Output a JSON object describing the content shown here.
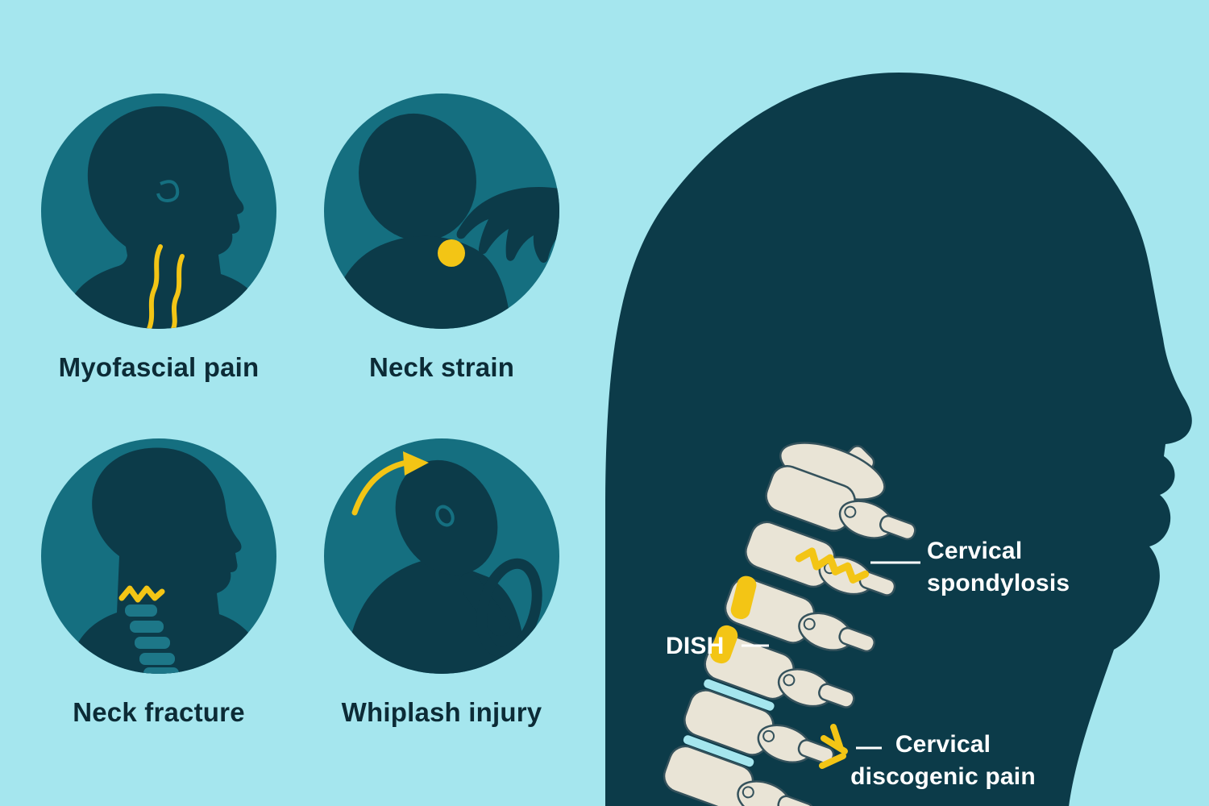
{
  "colors": {
    "background": "#a5e6ee",
    "circle_teal": "#156f80",
    "silhouette_dark": "#0c3b49",
    "accent_yellow": "#f3c515",
    "bone_cream": "#e9e4d6",
    "bone_outline": "#35525c",
    "condition_label_text": "#0c2b36",
    "anatomy_label_text": "#ffffff"
  },
  "conditions": [
    {
      "label": "Myofascial pain",
      "icon": "myofascial-pain-icon"
    },
    {
      "label": "Neck strain",
      "icon": "neck-strain-icon"
    },
    {
      "label": "Neck fracture",
      "icon": "neck-fracture-icon"
    },
    {
      "label": "Whiplash injury",
      "icon": "whiplash-injury-icon"
    }
  ],
  "anatomy": {
    "spondylosis": {
      "label": "Cervical spondylosis"
    },
    "dish": {
      "label": "DISH"
    },
    "discogenic": {
      "label": "Cervical discogenic pain"
    }
  }
}
